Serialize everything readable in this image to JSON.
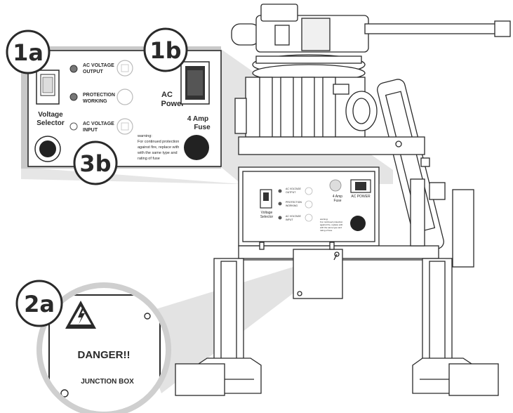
{
  "callouts": {
    "c1a": "1a",
    "c1b": "1b",
    "c2a": "2a",
    "c3b": "3b"
  },
  "zoom_panel": {
    "ac_voltage_output_line1": "AC VOLTAGE",
    "ac_voltage_output_line2": "OUTPUT",
    "protection_working_line1": "PROTECTION",
    "protection_working_line2": "WORKING",
    "ac_voltage_input_line1": "AC VOLTAGE",
    "ac_voltage_input_line2": "INPUT",
    "voltage_selector_line1": "Voltage",
    "voltage_selector_line2": "Selector",
    "ac_power_line1": "AC",
    "ac_power_line2": "Power",
    "fuse_line1": "4 Amp",
    "fuse_line2": "Fuse",
    "warning_line1": "warning:",
    "warning_line2": "For continued protection",
    "warning_line3": "against fire, replace with",
    "warning_line4": "with the same type and",
    "warning_line5": "rating of fuse"
  },
  "machine_panel": {
    "ac_voltage_output_line1": "AC VOLTAGE",
    "ac_voltage_output_line2": "OUTPUT",
    "protection_working_line1": "PROTECTION",
    "protection_working_line2": "WORKING",
    "ac_voltage_input_line1": "AC VOLTAGE",
    "ac_voltage_input_line2": "INPUT",
    "voltage_selector_line1": "Voltage",
    "voltage_selector_line2": "Selector",
    "ac_power": "AC POWER",
    "fuse_line1": "4 Amp",
    "fuse_line2": "Fuse",
    "warning_line1": "warning:",
    "warning_line2": "For continued protection",
    "warning_line3": "against fire, replace with",
    "warning_line4": "with the same type and",
    "warning_line5": "rating of fuse"
  },
  "junction_box": {
    "danger": "DANGER!!",
    "label": "JUNCTION BOX"
  },
  "colors": {
    "line": "#2a2a2a",
    "callout_fill": "#ffffff",
    "zoom_border": "#c8c8c8",
    "beam": "#d6d6d6",
    "switch_dark": "#333333"
  },
  "icons": {
    "warning": "lightning-warning-icon",
    "leds": "indicator-light-icon"
  }
}
